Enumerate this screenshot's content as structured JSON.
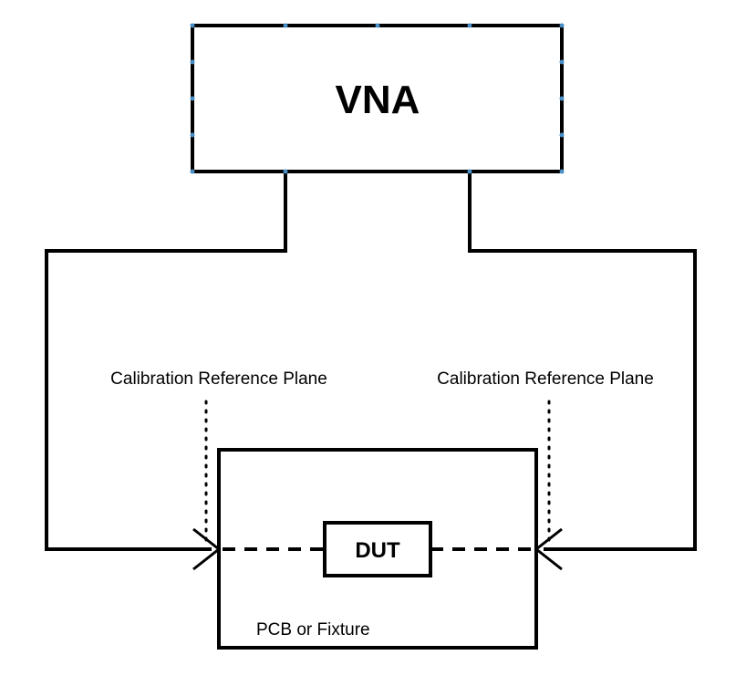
{
  "instrument": {
    "label": "VNA"
  },
  "device": {
    "label": "DUT"
  },
  "fixture": {
    "label": "PCB or Fixture"
  },
  "reference_planes": {
    "left_label": "Calibration Reference Plane",
    "right_label": "Calibration Reference Plane"
  },
  "colors": {
    "stroke": "#000000",
    "selection_handle": "#4a90c8"
  }
}
